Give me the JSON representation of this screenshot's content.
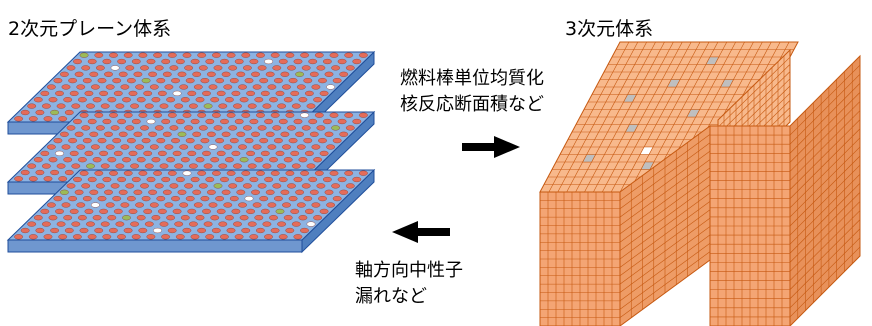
{
  "left_system": {
    "title": "2次元プレーン体系"
  },
  "right_system": {
    "title": "3次元体系"
  },
  "forward_process": {
    "lines": [
      "燃料棒単位均質化",
      "核反応断面積など"
    ]
  },
  "backward_process": {
    "lines": [
      "軸方向中性子",
      "漏れなど"
    ]
  },
  "colors": {
    "plane_face": "#8db3e2",
    "plane_edge": "#1f4e9b",
    "fuel_pin": "#e46c5a",
    "guide_tube": "#9bbb59",
    "block_face": "#f4a574",
    "block_edge": "#c65911",
    "grey_cell": "#bfbfbf",
    "arrow": "#000000"
  }
}
